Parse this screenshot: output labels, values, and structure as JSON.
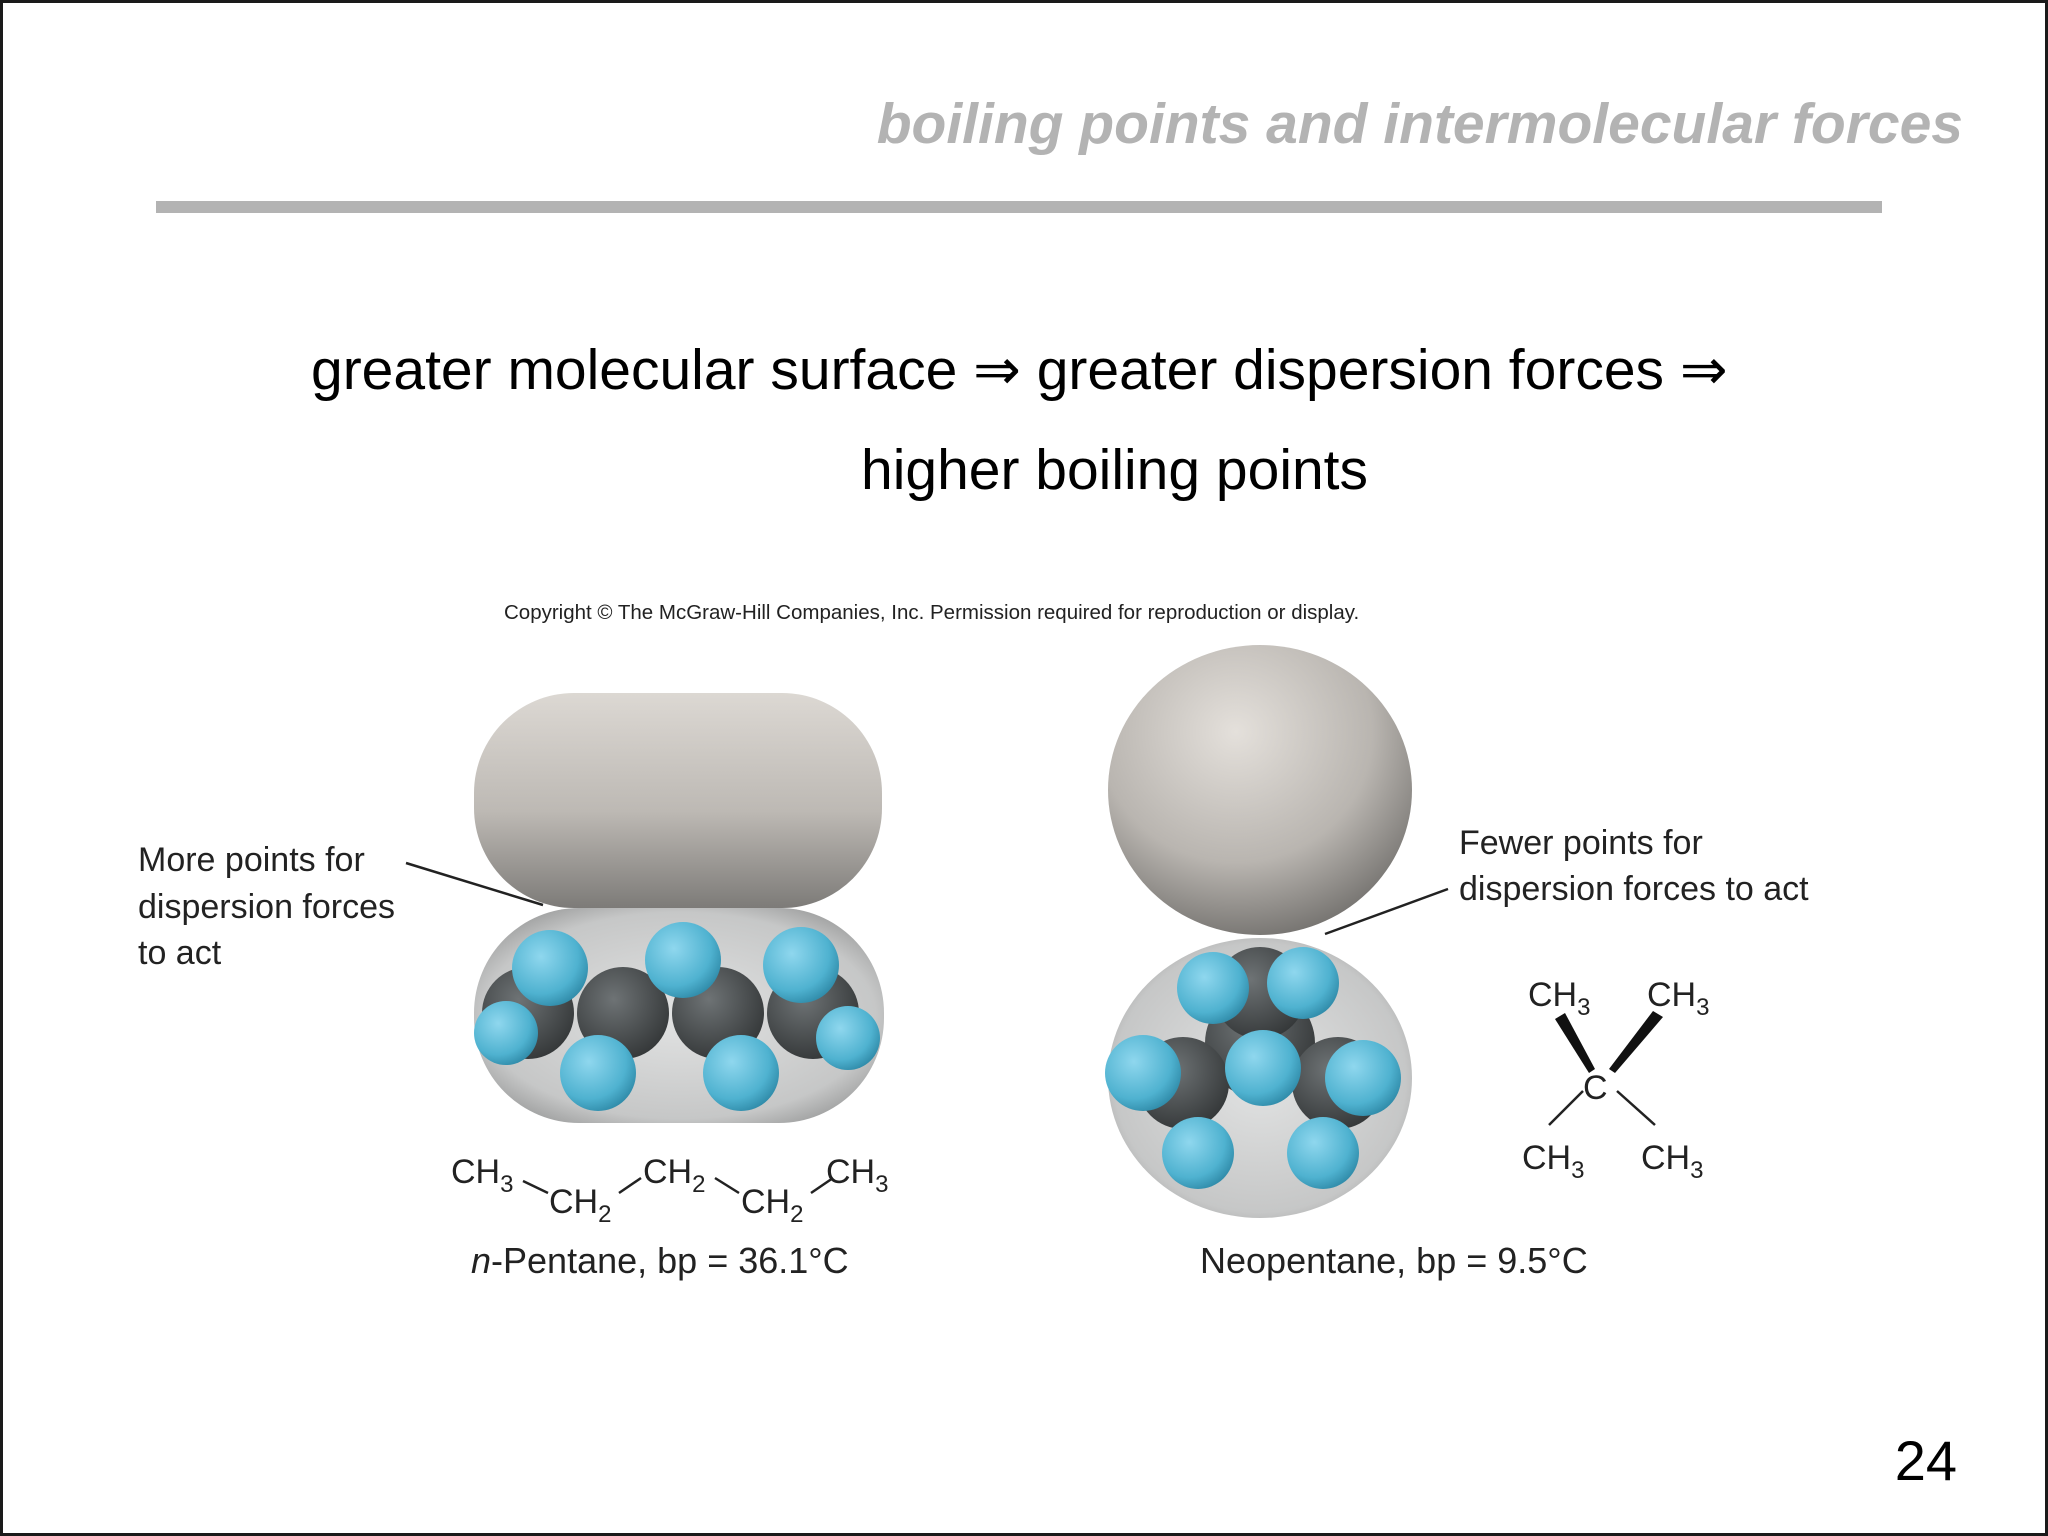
{
  "slide": {
    "title": "boiling points and intermolecular forces",
    "statement_line1": "greater molecular surface ⇒ greater dispersion forces ⇒",
    "statement_line2": "higher boiling points",
    "page_number": "24"
  },
  "figure": {
    "copyright": "Copyright © The McGraw-Hill Companies, Inc. Permission required for reproduction or display.",
    "left_callout": [
      "More points for",
      "dispersion forces",
      "to act"
    ],
    "right_callout": [
      "Fewer points for",
      "dispersion forces to act"
    ],
    "pentane_formula": {
      "ch3_a": "CH",
      "ch2_a": "CH",
      "ch2_b": "CH",
      "ch2_c": "CH",
      "ch3_b": "CH",
      "sub3": "3",
      "sub2": "2"
    },
    "pentane_caption_italic": "n",
    "pentane_caption_rest": "-Pentane, bp = 36.1°C",
    "neopentane_formula": {
      "center": "C",
      "methyl": "CH",
      "sub3": "3"
    },
    "neopentane_caption": "Neopentane, bp = 9.5°C",
    "colors": {
      "hydrogen": "#5bbcd8",
      "carbon": "#4a4e50",
      "surface": "#c8c4bf",
      "title_gray": "#b3b3b3"
    }
  }
}
